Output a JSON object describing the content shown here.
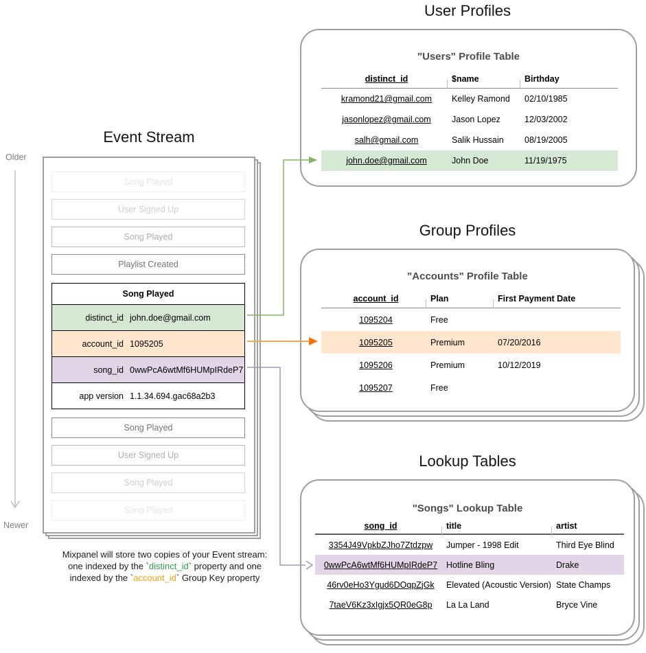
{
  "titles": {
    "event_stream": "Event Stream",
    "user_profiles": "User Profiles",
    "group_profiles": "Group Profiles",
    "lookup_tables": "Lookup Tables"
  },
  "timeline": {
    "older": "Older",
    "newer": "Newer"
  },
  "event_stream": {
    "events_before": [
      {
        "label": "Song Played",
        "fade": 4
      },
      {
        "label": "User Signed Up",
        "fade": 3
      },
      {
        "label": "Song Played",
        "fade": 2
      },
      {
        "label": "Playlist Created",
        "fade": 1
      }
    ],
    "expanded_event": {
      "title": "Song Played",
      "properties": [
        {
          "key": "distinct_id",
          "value": "john.doe@gmail.com",
          "highlight": "green"
        },
        {
          "key": "account_id",
          "value": "1095205",
          "highlight": "orange"
        },
        {
          "key": "song_id",
          "value": "0wwPcA6wtMf6HUMpIRdeP7",
          "highlight": "purple"
        },
        {
          "key": "app version",
          "value": "1.1.34.694.gac68a2b3",
          "highlight": "none"
        }
      ]
    },
    "events_after": [
      {
        "label": "Song Played",
        "fade": 1
      },
      {
        "label": "User Signed Up",
        "fade": 2
      },
      {
        "label": "Song Played",
        "fade": 3
      },
      {
        "label": "Song Played",
        "fade": 4
      }
    ]
  },
  "users_table": {
    "title": "\"Users\" Profile Table",
    "columns": [
      "distinct_id",
      "$name",
      "Birthday"
    ],
    "rows": [
      [
        "kramond21@gmail.com",
        "Kelley Ramond",
        "02/10/1985"
      ],
      [
        "jasonlopez@gmail.com",
        "Jason Lopez",
        "12/03/2002"
      ],
      [
        "salh@gmail.com",
        "Salik Hussain",
        "08/19/2005"
      ],
      [
        "john.doe@gmail.com",
        "John Doe",
        "11/19/1975"
      ]
    ],
    "highlighted_row": 3,
    "highlight_color": "#d5e8d4"
  },
  "accounts_table": {
    "title": "\"Accounts\" Profile Table",
    "columns": [
      "account_id",
      "Plan",
      "First Payment Date"
    ],
    "rows": [
      [
        "1095204",
        "Free",
        ""
      ],
      [
        "1095205",
        "Premium",
        "07/20/2016"
      ],
      [
        "1095206",
        "Premium",
        "10/12/2019"
      ],
      [
        "1095207",
        "Free",
        ""
      ]
    ],
    "highlighted_row": 1,
    "highlight_color": "#ffe6cc"
  },
  "songs_table": {
    "title": "\"Songs\" Lookup Table",
    "columns": [
      "song_id",
      "title",
      "artist"
    ],
    "rows": [
      [
        "3354J49VpkbZJho7Ztdzpw",
        "Jumper - 1998 Edit",
        "Third Eye Blind"
      ],
      [
        "0wwPcA6wtMf6HUMpIRdeP7",
        "Hotline Bling",
        "Drake"
      ],
      [
        "46rv0eHo3Ygud6DOqpZjGk",
        "Elevated (Acoustic Version)",
        "State Champs"
      ],
      [
        "7taeV6Kz3xIgjx5QR0eG8p",
        "La La Land",
        "Bryce Vine"
      ]
    ],
    "highlighted_row": 1,
    "highlight_color": "#e1d5e7"
  },
  "caption": {
    "lines": [
      [
        {
          "text": "Mixpanel will store two copies of your Event stream:"
        }
      ],
      [
        {
          "text": "one indexed by the `"
        },
        {
          "text": "distinct_id",
          "color": "#2e9e4a"
        },
        {
          "text": "` property and one"
        }
      ],
      [
        {
          "text": "indexed by the `"
        },
        {
          "text": "account_id",
          "color": "#fb9d14"
        },
        {
          "text": "` Group Key property"
        }
      ]
    ]
  },
  "connector_colors": {
    "distinct_id": "#82b366",
    "account_id": "#e8a95b",
    "account_id_head": "#f1770c",
    "song_id": "#a598b5",
    "timeline": "#b3b3b3"
  }
}
